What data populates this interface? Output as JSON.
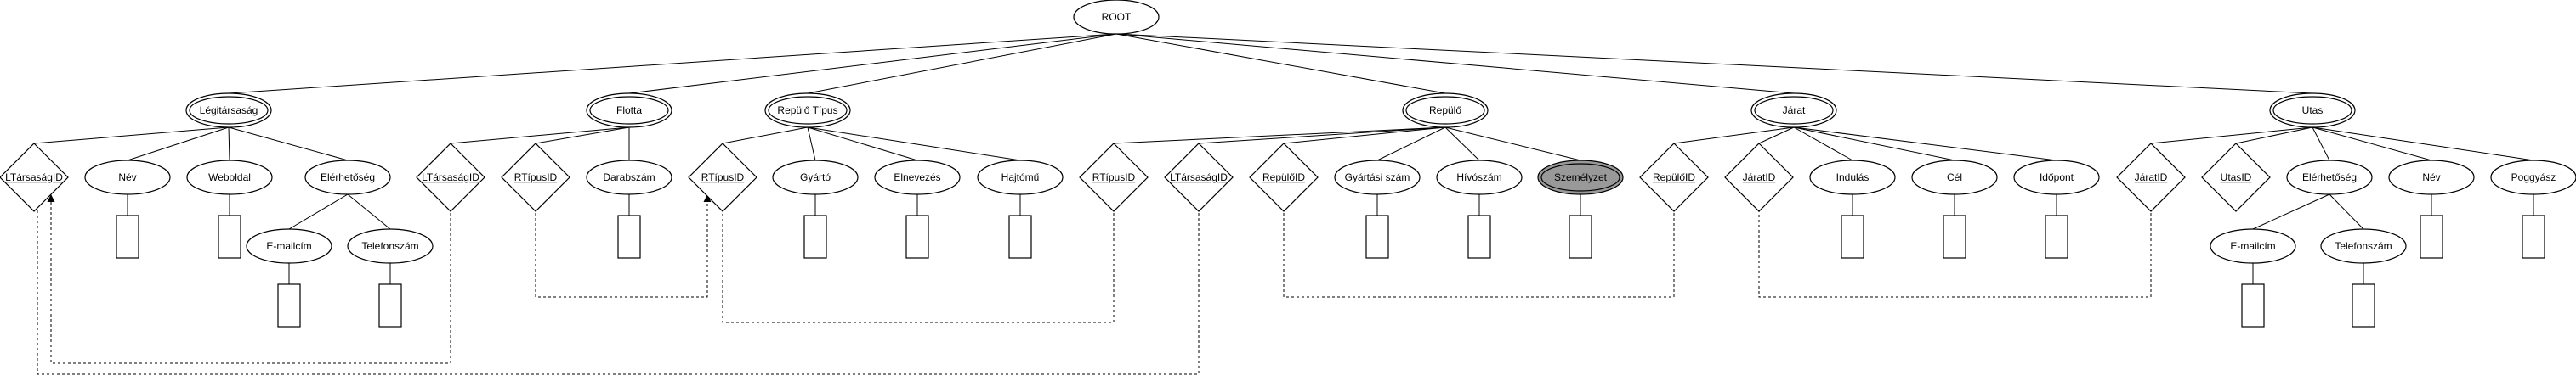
{
  "title": "",
  "root": {
    "id": "root",
    "label": "ROOT"
  },
  "entities": [
    {
      "id": "legitarsasag",
      "label": "Légitársaság",
      "shaded": false
    },
    {
      "id": "flotta",
      "label": "Flotta",
      "shaded": false
    },
    {
      "id": "repulotipus",
      "label": "Repülő Típus",
      "shaded": false
    },
    {
      "id": "repulo",
      "label": "Repülő",
      "shaded": false
    },
    {
      "id": "jarat",
      "label": "Járat",
      "shaded": false
    },
    {
      "id": "utas",
      "label": "Utas",
      "shaded": false
    }
  ],
  "attributes": [
    {
      "id": "lt_tarsasagid",
      "label": "LTársaságID",
      "parent": "legitarsasag",
      "kind": "key",
      "underline": true
    },
    {
      "id": "lt_nev",
      "label": "Név",
      "parent": "legitarsasag",
      "kind": "attr",
      "underline": false
    },
    {
      "id": "lt_weboldal",
      "label": "Weboldal",
      "parent": "legitarsasag",
      "kind": "attr",
      "underline": false
    },
    {
      "id": "lt_elerhetoseg",
      "label": "Elérhetőség",
      "parent": "legitarsasag",
      "kind": "attr",
      "underline": false
    },
    {
      "id": "lt_email",
      "label": "E-mailcím",
      "parent": "lt_elerhetoseg",
      "kind": "attr",
      "underline": false
    },
    {
      "id": "lt_telefon",
      "label": "Telefonszám",
      "parent": "lt_elerhetoseg",
      "kind": "attr",
      "underline": false
    },
    {
      "id": "fl_tarsasagid",
      "label": "LTársaságID",
      "parent": "flotta",
      "kind": "key",
      "underline": true
    },
    {
      "id": "fl_rtipusid",
      "label": "RTípusID",
      "parent": "flotta",
      "kind": "key",
      "underline": true
    },
    {
      "id": "fl_darabszam",
      "label": "Darabszám",
      "parent": "flotta",
      "kind": "attr",
      "underline": false
    },
    {
      "id": "rt_rtipusid",
      "label": "RTípusID",
      "parent": "repulotipus",
      "kind": "key",
      "underline": true
    },
    {
      "id": "rt_gyarto",
      "label": "Gyártó",
      "parent": "repulotipus",
      "kind": "attr",
      "underline": false
    },
    {
      "id": "rt_elnevezes",
      "label": "Elnevezés",
      "parent": "repulotipus",
      "kind": "attr",
      "underline": false
    },
    {
      "id": "rt_hajtomu",
      "label": "Hajtómű",
      "parent": "repulotipus",
      "kind": "attr",
      "underline": false
    },
    {
      "id": "rp_rtipusid",
      "label": "RTípusID",
      "parent": "repulo",
      "kind": "key",
      "underline": true
    },
    {
      "id": "rp_tarsasagid",
      "label": "LTársaságID",
      "parent": "repulo",
      "kind": "key",
      "underline": true
    },
    {
      "id": "rp_repuloid",
      "label": "RepülőID",
      "parent": "repulo",
      "kind": "key",
      "underline": true
    },
    {
      "id": "rp_gyartasi",
      "label": "Gyártási szám",
      "parent": "repulo",
      "kind": "attr",
      "underline": false
    },
    {
      "id": "rp_hivoszam",
      "label": "Hívószám",
      "parent": "repulo",
      "kind": "attr",
      "underline": false
    },
    {
      "id": "rp_szemelyzet",
      "label": "Személyzet",
      "parent": "repulo",
      "kind": "multi",
      "underline": false
    },
    {
      "id": "ja_repuloid",
      "label": "RepülőID",
      "parent": "jarat",
      "kind": "key",
      "underline": true
    },
    {
      "id": "ja_jaratid",
      "label": "JáratID",
      "parent": "jarat",
      "kind": "key",
      "underline": true
    },
    {
      "id": "ja_indulas",
      "label": "Indulás",
      "parent": "jarat",
      "kind": "attr",
      "underline": false
    },
    {
      "id": "ja_cel",
      "label": "Cél",
      "parent": "jarat",
      "kind": "attr",
      "underline": false
    },
    {
      "id": "ja_idopont",
      "label": "Időpont",
      "parent": "jarat",
      "kind": "attr",
      "underline": false
    },
    {
      "id": "ut_jaratid",
      "label": "JáratID",
      "parent": "utas",
      "kind": "key",
      "underline": true
    },
    {
      "id": "ut_utasid",
      "label": "UtasID",
      "parent": "utas",
      "kind": "key",
      "underline": true
    },
    {
      "id": "ut_elerhetoseg",
      "label": "Elérhetőség",
      "parent": "utas",
      "kind": "attr",
      "underline": false
    },
    {
      "id": "ut_email",
      "label": "E-mailcím",
      "parent": "ut_elerhetoseg",
      "kind": "attr",
      "underline": false
    },
    {
      "id": "ut_telefon",
      "label": "Telefonszám",
      "parent": "ut_elerhetoseg",
      "kind": "attr",
      "underline": false
    },
    {
      "id": "ut_nev",
      "label": "Név",
      "parent": "utas",
      "kind": "attr",
      "underline": false
    },
    {
      "id": "ut_poggyasz",
      "label": "Poggyász",
      "parent": "utas",
      "kind": "attr",
      "underline": false
    }
  ],
  "references": [
    {
      "from": "fl_tarsasagid",
      "to": "lt_tarsasagid"
    },
    {
      "from": "rp_tarsasagid",
      "to": "lt_tarsasagid"
    },
    {
      "from": "fl_rtipusid",
      "to": "rt_rtipusid"
    },
    {
      "from": "rp_rtipusid",
      "to": "rt_rtipusid"
    },
    {
      "from": "ja_repuloid",
      "to": "rp_repuloid"
    },
    {
      "from": "ut_jaratid",
      "to": "ja_jaratid"
    }
  ]
}
